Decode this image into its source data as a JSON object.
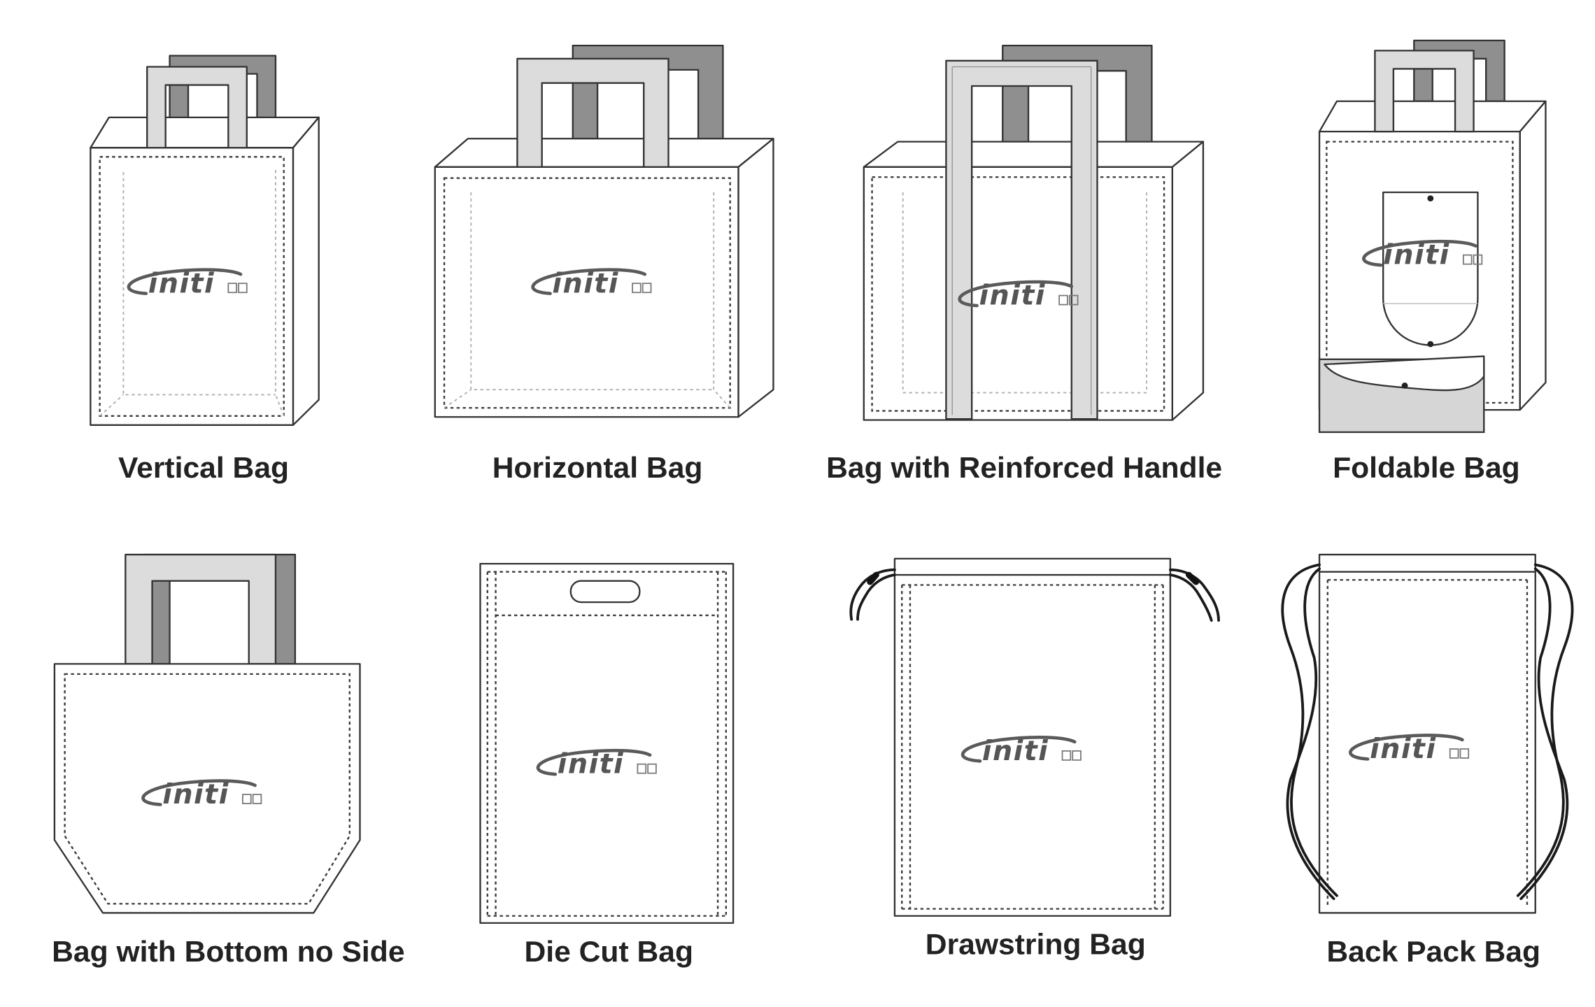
{
  "logo": {
    "text": "initi"
  },
  "bags": [
    {
      "label": "Vertical Bag"
    },
    {
      "label": "Horizontal Bag"
    },
    {
      "label": "Bag with Reinforced Handle"
    },
    {
      "label": "Foldable Bag"
    },
    {
      "label": "Bag with Bottom no Side"
    },
    {
      "label": "Die Cut Bag"
    },
    {
      "label": "Drawstring Bag"
    },
    {
      "label": "Back Pack Bag"
    }
  ],
  "colors": {
    "outline": "#333333",
    "strap_front": "#dcdcdc",
    "strap_back": "#8f8f8f",
    "logo": "#555555",
    "caption": "#222222"
  },
  "icons": [
    "bag-outline-icon",
    "stitching-line",
    "drawstring-cord",
    "brand-logo"
  ]
}
